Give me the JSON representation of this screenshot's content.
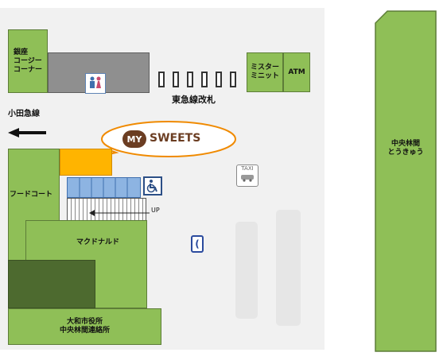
{
  "labels": {
    "ginza_corner": "銀座\nコージー\nコーナー",
    "tokyu_gate": "東急線改札",
    "odakyu": "小田急線",
    "mister_minit": "ミスター\nミニット",
    "atm": "ATM",
    "chuorinkan_tokyu": "中央林間\nとうきゅう",
    "food_court": "フードコート",
    "mcdonalds": "マクドナルド",
    "yamato_city": "大和市役所\n中央林間連絡所",
    "up": "UP",
    "taxi": "TAXI",
    "mysweets_my": "MY",
    "mysweets_rest": "SWEETS"
  },
  "icons": {
    "restroom": "restroom-icon",
    "wheelchair": "wheelchair-icon",
    "phone": "phone-icon",
    "taxi": "taxi-icon",
    "arrow_left": "left-arrow-icon"
  },
  "colors": {
    "green": "#8fbf57",
    "dark_green": "#4d6a2f",
    "orange": "#f08a00",
    "blue": "#8db4e2"
  }
}
